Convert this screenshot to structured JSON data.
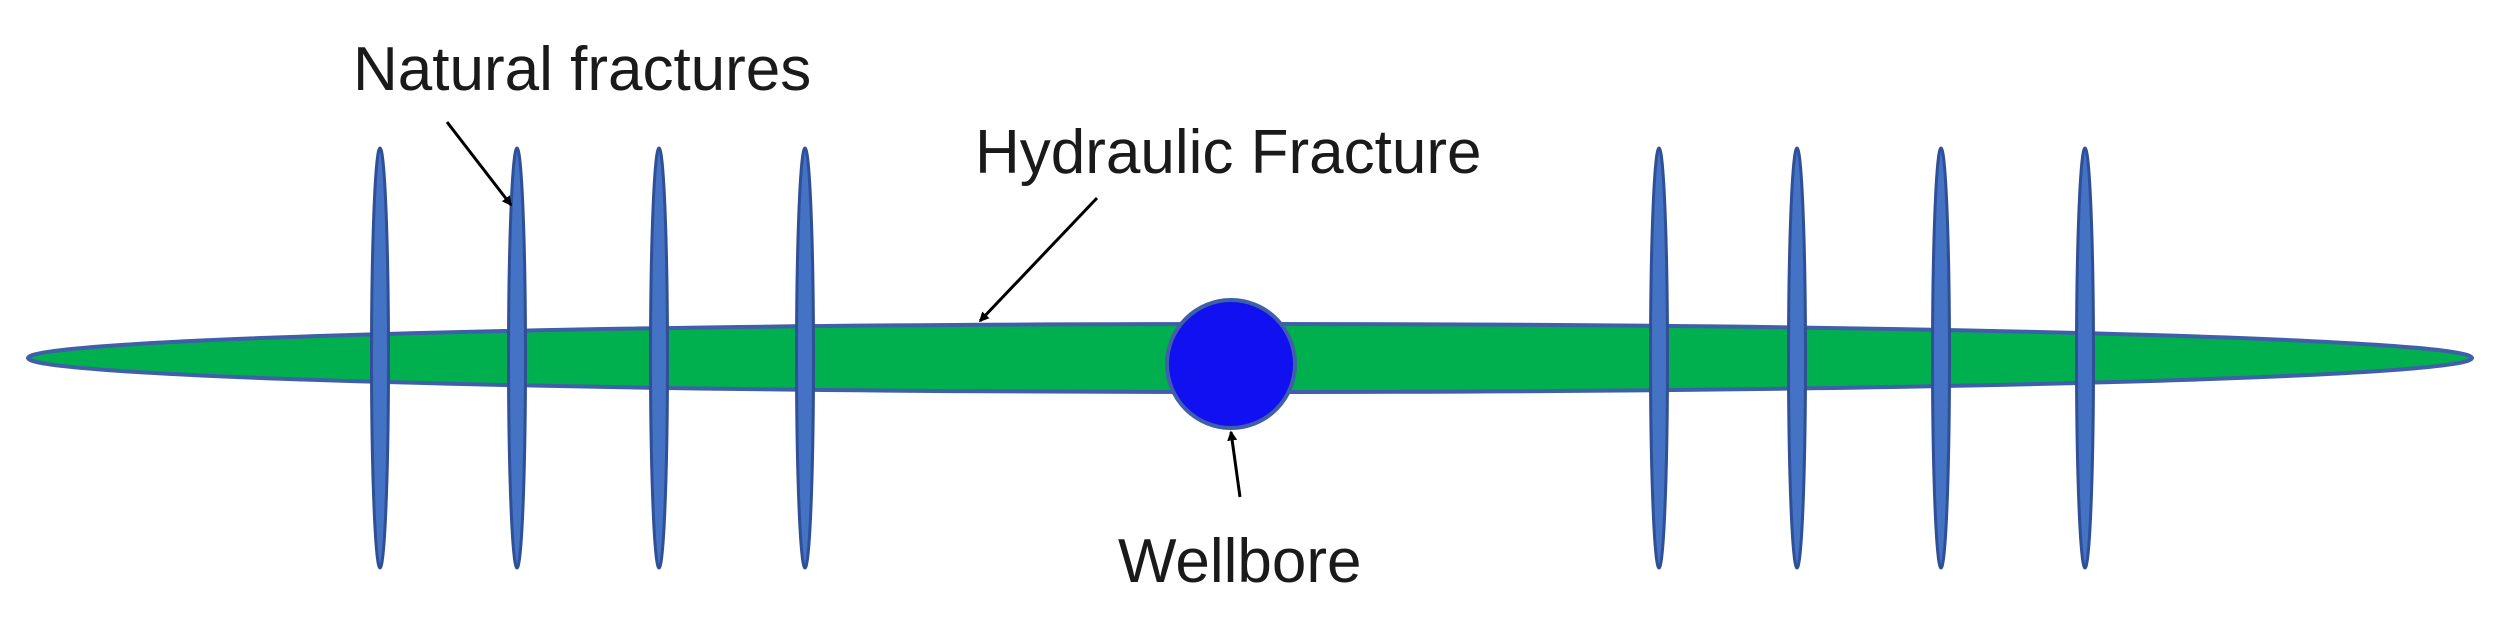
{
  "labels": {
    "natural_fractures": "Natural fractures",
    "hydraulic_fracture": "Hydraulic Fracture",
    "wellbore": "Wellbore"
  },
  "colors": {
    "hydraulic_fill": "#00b04f",
    "hydraulic_stroke": "#3f5fa8",
    "natural_fill": "#4472c4",
    "natural_stroke": "#2f4f96",
    "wellbore_fill": "#1010f0",
    "wellbore_stroke": "#3f5fa8",
    "arrow": "#000000",
    "text": "#1a1a1a"
  },
  "natural_fracture_count": 8
}
